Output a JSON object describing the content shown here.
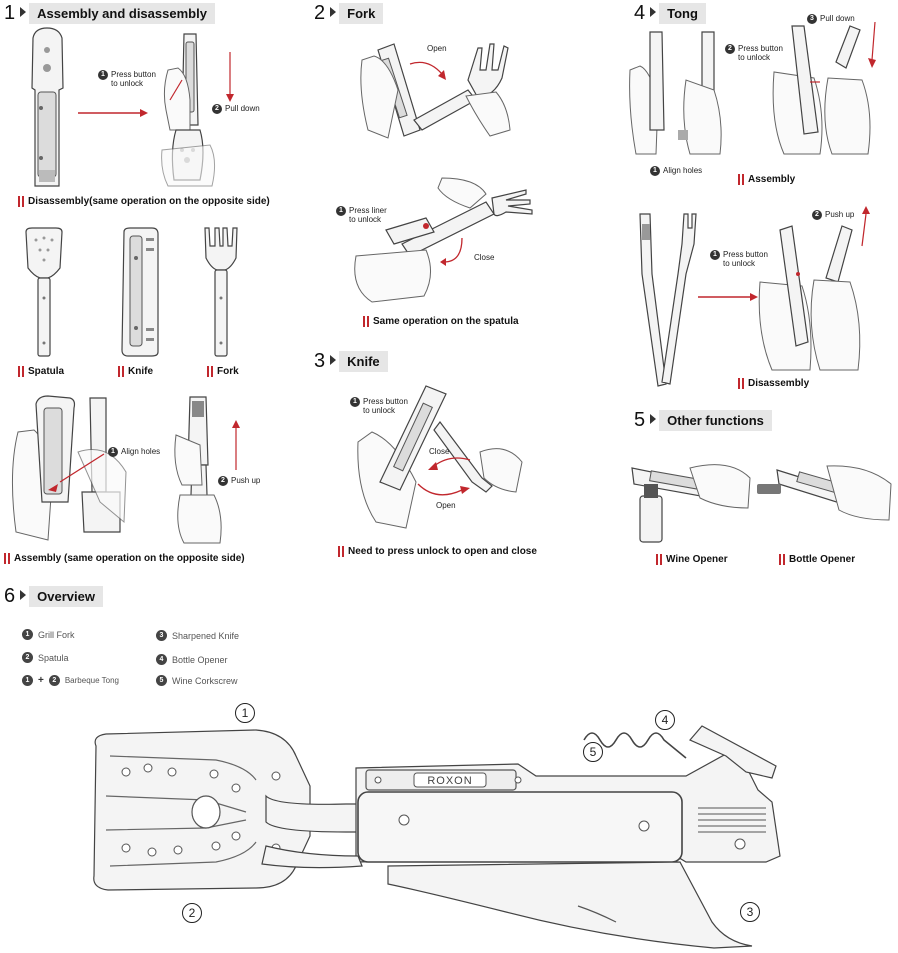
{
  "sections": {
    "s1": {
      "num": "1",
      "title": "Assembly and disassembly"
    },
    "s2": {
      "num": "2",
      "title": "Fork"
    },
    "s3": {
      "num": "3",
      "title": "Knife"
    },
    "s4": {
      "num": "4",
      "title": "Tong"
    },
    "s5": {
      "num": "5",
      "title": "Other functions"
    },
    "s6": {
      "num": "6",
      "title": "Overview"
    }
  },
  "assembly": {
    "press_button": "Press button\nto unlock",
    "pull_down": "Pull down",
    "caption_disassembly": "Disassembly(same operation on the opposite side)",
    "label_spatula": "Spatula",
    "label_knife": "Knife",
    "label_fork": "Fork",
    "align_holes": "Align holes",
    "push_up": "Push up",
    "caption_assembly": "Assembly (same operation on the opposite side)"
  },
  "fork": {
    "open": "Open",
    "press_liner": "Press liner\nto unlock",
    "close": "Close",
    "caption": "Same operation on the spatula"
  },
  "knife": {
    "press_button": "Press button\nto unlock",
    "close": "Close",
    "open": "Open",
    "caption": "Need to press unlock to open and close"
  },
  "tong": {
    "press_button": "Press button\nto unlock",
    "pull_down": "Pull down",
    "align_holes": "Align holes",
    "caption_assembly": "Assembly",
    "press_button_2": "Press button\nto unlock",
    "push_up": "Push up",
    "caption_disassembly": "Disassembly"
  },
  "other": {
    "wine_opener": "Wine Opener",
    "bottle_opener": "Bottle Opener"
  },
  "overview": {
    "items": [
      {
        "num": "1",
        "label": "Grill Fork"
      },
      {
        "num": "2",
        "label": "Spatula"
      },
      {
        "num": "3",
        "label": "Sharpened Knife"
      },
      {
        "num": "4",
        "label": "Bottle Opener"
      },
      {
        "num": "5",
        "label": "Wine Corkscrew"
      }
    ],
    "combo": {
      "a": "1",
      "plus": "+",
      "b": "2",
      "label": "Barbeque Tong"
    },
    "brand": "ROXON",
    "callouts": [
      "1",
      "2",
      "3",
      "4",
      "5"
    ]
  },
  "step_numbers": {
    "one": "1",
    "two": "2",
    "three": "3"
  },
  "colors": {
    "accent_red": "#c1272d",
    "label_bg": "#e6e6e6",
    "arrow_red": "#c1272d"
  }
}
